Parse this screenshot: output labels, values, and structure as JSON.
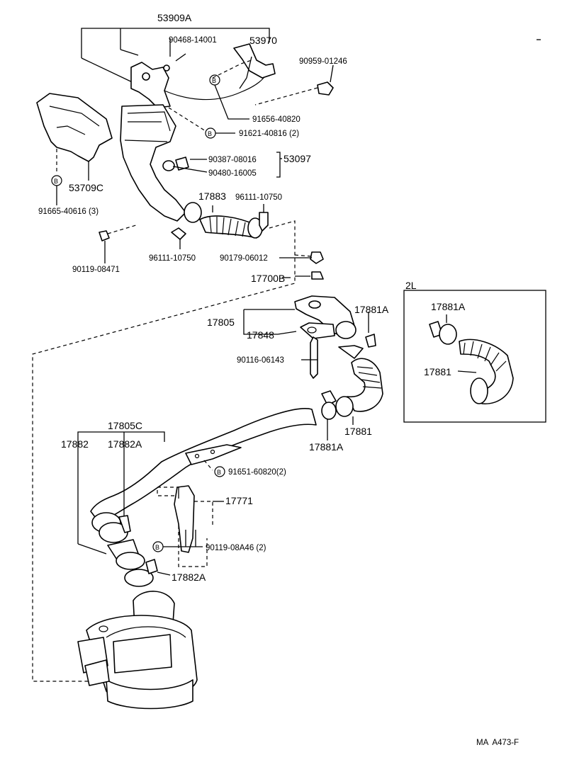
{
  "labels": {
    "p53909A": "53909A",
    "p90468": "90468-14001",
    "p53970": "53970",
    "p90959": "90959-01246",
    "p91656": "91656-40820",
    "p91621": "91621-40816 (2)",
    "p90387": "90387-08016",
    "p90480": "90480-16005",
    "p53097": "53097",
    "p53709C": "53709C",
    "p91665": "91665-40616 (3)",
    "p17883": "17883",
    "p96111a": "96111-10750",
    "p96111b": "96111-10750",
    "p90119a": "90119-08471",
    "p90179": "90179-06012",
    "p17700B": "17700B",
    "p17805": "17805",
    "p17848": "17848",
    "p17881Aa": "17881A",
    "p90116": "90116-06143",
    "p17881a": "17881",
    "p17881Ab": "17881A",
    "p17805C": "17805C",
    "p17882": "17882",
    "p17882Aa": "17882A",
    "p91651": "91651-60820(2)",
    "p17771": "17771",
    "p90119b": "90119-08A46 (2)",
    "p17882Ab": "17882A",
    "inset_title": "2L",
    "inset_17881A": "17881A",
    "inset_17881": "17881",
    "code": "MA  A473-F",
    "b": "B"
  }
}
